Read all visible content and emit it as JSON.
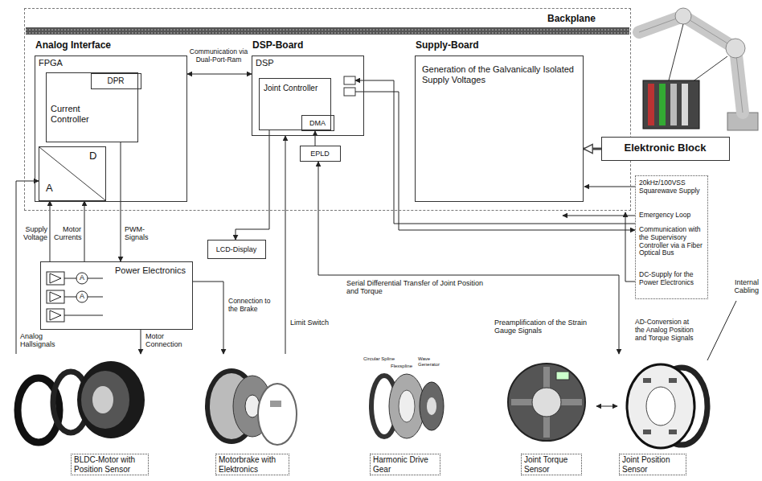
{
  "diagram": {
    "nodes": [
      {
        "text": [
          "Backplane"
        ]
      },
      {
        "text": [
          "Analog Interface",
          "FPGA"
        ],
        "in": 0
      },
      {
        "text": [
          "Current Controller"
        ],
        "in": 1
      },
      {
        "text": [
          "DPR"
        ],
        "in": 2
      },
      {
        "text": [
          "A",
          "D"
        ],
        "in": 1
      },
      {
        "text": [
          "DSP-Board",
          "DSP"
        ],
        "in": 0
      },
      {
        "text": [
          "Joint Controller"
        ],
        "in": 5
      },
      {
        "text": [
          "DMA"
        ],
        "in": 6
      },
      {
        "text": [
          "EPLD"
        ],
        "in": 0
      },
      {
        "text": [
          "Supply-Board",
          "Generation of the Galvanically Isolated Supply Voltages"
        ],
        "in": 0
      },
      {
        "text": [
          "Elektronic Block"
        ]
      },
      {
        "text": [
          "LCD-Display"
        ]
      },
      {
        "text": [
          "Power Electronics"
        ]
      },
      {
        "text": [
          "BLDC-Motor with Position Sensor"
        ]
      },
      {
        "text": [
          "Motorbrake with Elektronics"
        ]
      },
      {
        "text": [
          "Harmonic Drive Gear"
        ]
      },
      {
        "text": [
          "Joint Torque Sensor"
        ]
      },
      {
        "text": [
          "Joint Position Sensor"
        ]
      },
      {
        "text": [
          "20kHz/100VSS Squarewave Supply",
          "Emergency Loop",
          "Communication with the Supervisory Controller via a Fiber Optical Bus",
          "DC-Supply for the Power Electronics"
        ]
      }
    ],
    "edges": [
      {
        "from": 1,
        "to": 5,
        "label": "Communication via Dual-Port-Ram",
        "arrow": "both"
      },
      {
        "from": 6,
        "to": 11,
        "arrow": "to"
      },
      {
        "from": 8,
        "to": 7,
        "arrow": "to"
      },
      {
        "from": 10,
        "to": 9,
        "arrow": "to"
      },
      {
        "from": 12,
        "to": 4,
        "label": "Supply Voltage",
        "arrow": "to"
      },
      {
        "from": 12,
        "to": 4,
        "label": "Motor Currents",
        "arrow": "to"
      },
      {
        "from": 2,
        "to": 12,
        "label": "PWM-Signals",
        "arrow": "to"
      },
      {
        "from": 12,
        "to": 13,
        "label": "Motor Connection",
        "arrow": "to"
      },
      {
        "from": 12,
        "to": 14,
        "label": "Connection to the Brake",
        "arrow": "to"
      },
      {
        "from": 13,
        "to": 4,
        "label": "Analog Hallsignals",
        "arrow": "to"
      },
      {
        "from": 14,
        "to": 5,
        "label": "Limit Switch",
        "arrow": "to"
      },
      {
        "from": 17,
        "to": 8,
        "label": "Serial Differential Transfer of Joint Position and Torque",
        "arrow": "both"
      },
      {
        "from": 16,
        "to": 17,
        "arrow": "both"
      }
    ],
    "labels": [
      "A",
      "A",
      "Preamplification of the Strain Gauge Signals",
      "AD-Conversion at the Analog Position and Torque Signals",
      "Internal Cabling",
      "Circular Spline",
      "Flexspline",
      "Wave Generator"
    ]
  }
}
